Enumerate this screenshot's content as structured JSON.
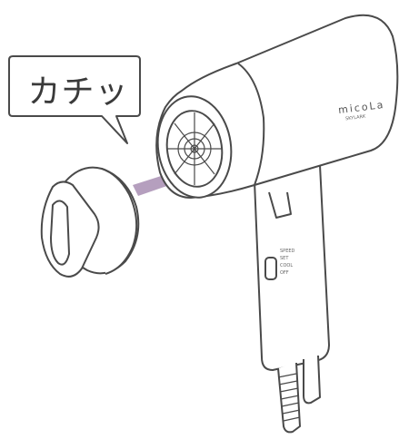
{
  "callout": {
    "text": "カチッ"
  },
  "dryer": {
    "brand_text": "micoLa",
    "maker_text": "SKYLARK",
    "switch_labels": [
      "SPEED",
      "SET",
      "COOL",
      "OFF"
    ]
  },
  "colors": {
    "outline": "#4a4a4a",
    "arrow": "#b59fbe",
    "background": "#ffffff"
  },
  "icons": [
    "speech-bubble",
    "nozzle-attachment",
    "push-arrow",
    "hair-dryer"
  ]
}
